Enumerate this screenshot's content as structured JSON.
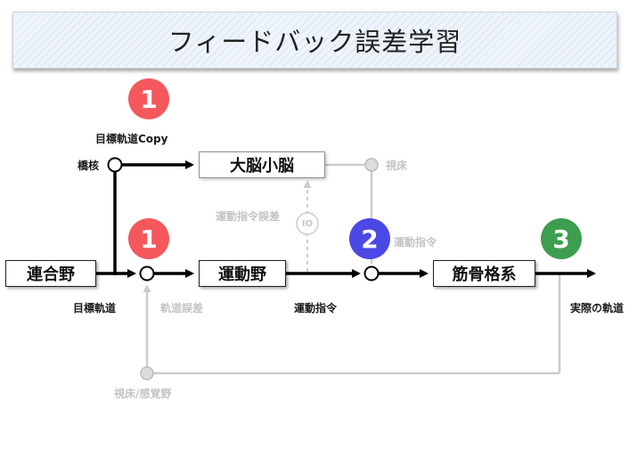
{
  "title": "フィードバック誤差学習",
  "colors": {
    "step_red": "#f4585c",
    "step_blue": "#4c48e6",
    "step_green": "#3d9e4f",
    "active_line": "#000000",
    "faded_line": "#cccccc",
    "faded_text": "#c4c4c4"
  },
  "blocks": {
    "rengoya": "連合野",
    "cerebellum": "大脳小脳",
    "motor_cortex": "運動野",
    "musculoskeletal": "筋骨格系"
  },
  "labels": {
    "target_copy": "目標軌道Copy",
    "pontine": "橋核",
    "thalamus": "視床",
    "motor_error": "運動指令誤差",
    "io": "IO",
    "motor_cmd_upper": "運動指令",
    "target_traj": "目標軌道",
    "traj_error": "軌道誤差",
    "motor_cmd_lower": "運動指令",
    "actual_traj": "実際の軌道",
    "sensory": "視床/感覚野"
  },
  "steps": [
    {
      "label": "1",
      "color": "#f4585c"
    },
    {
      "label": "1",
      "color": "#f4585c"
    },
    {
      "label": "2",
      "color": "#4c48e6"
    },
    {
      "label": "3",
      "color": "#3d9e4f"
    }
  ],
  "icons": [
    "arrow-icon",
    "junction-node-icon"
  ]
}
